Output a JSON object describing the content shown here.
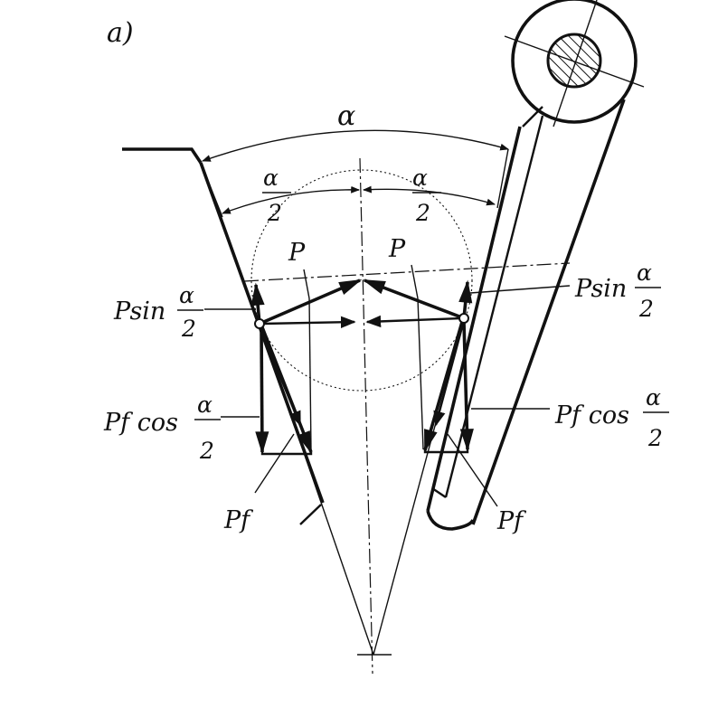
{
  "figure_label": "a)",
  "labels": {
    "alpha": "α",
    "alpha_half": "α",
    "two": "2",
    "p_left": "P",
    "p_right": "P",
    "p_sin": "Psin",
    "pf_cos": "Pf cos",
    "pf_left": "Pf",
    "pf_right": "Pf"
  },
  "colors": {
    "ink": "#111111",
    "background": "#ffffff"
  }
}
